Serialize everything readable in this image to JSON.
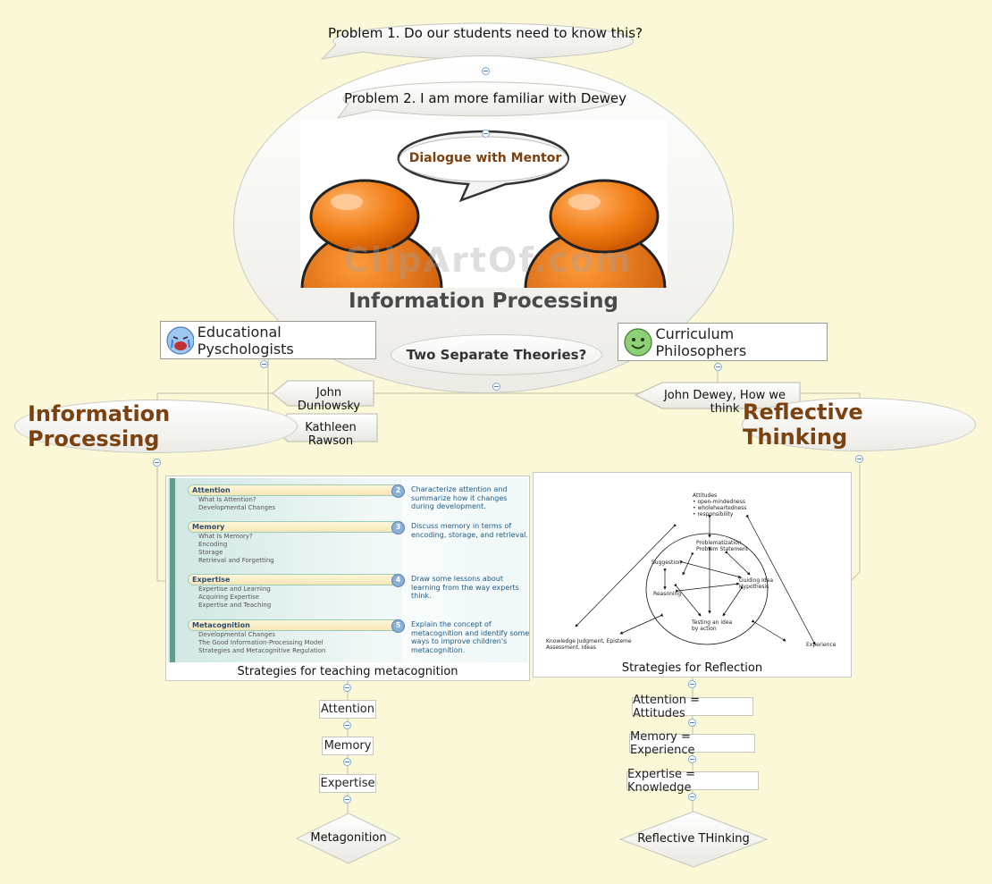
{
  "problem1": "Problem 1. Do our students need to know this?",
  "problem2": "Problem 2.  I am more familiar with Dewey",
  "dialogue": "Dialogue with Mentor",
  "watermark": "ClipArtOf.com",
  "center_title": "Information Processing",
  "center_question": "Two Separate Theories?",
  "left_group": {
    "label": "Educational Pyschologists",
    "icon": "crying-face-icon"
  },
  "right_group": {
    "label": "Curriculum Philosophers",
    "icon": "smiley-face-icon"
  },
  "left_people": [
    "John Dunlowsky",
    "Kathleen Rawson"
  ],
  "right_people": [
    "John Dewey, How we think"
  ],
  "left_theory": "Information Processing",
  "right_theory": "Reflective Thinking",
  "left_card": {
    "caption": "Strategies for teaching metacognition",
    "chapters": [
      {
        "title": "Attention",
        "num": "2",
        "subs": "What Is Attention?\nDevelopmental Changes",
        "goal": "Characterize attention and summarize how it changes during development."
      },
      {
        "title": "Memory",
        "num": "3",
        "subs": "What Is Memory?\nEncoding\nStorage\nRetrieval and Forgetting",
        "goal": "Discuss memory in terms of encoding, storage, and retrieval."
      },
      {
        "title": "Expertise",
        "num": "4",
        "subs": "Expertise and Learning\nAcquiring Expertise\nExpertise and Teaching",
        "goal": "Draw some lessons about learning from the way experts think."
      },
      {
        "title": "Metacognition",
        "num": "5",
        "subs": "Developmental Changes\nThe Good Information-Processing Model\nStrategies and Metacognitive Regulation",
        "goal": "Explain the concept of metacognition and identify some ways to improve children's metacognition."
      }
    ]
  },
  "right_card": {
    "caption": "Strategies for Reflection",
    "nodes": {
      "attitudes": "Attitudes\n• open-mindedness\n• wholeheartedness\n• responsibility",
      "problem": "Problematization\nProblem Statement",
      "suggestion": "Suggestion",
      "reasoning": "Reasoning",
      "guiding": "Guiding Idea\nHypothesis",
      "testing": "Testing an idea\nby action",
      "knowledge": "Knowledge Judgment, Episteme\nAssessment, Ideas",
      "experience": "Experience"
    }
  },
  "left_chain": [
    "Attention",
    "Memory",
    "Expertise"
  ],
  "left_end": "Metagonition",
  "right_chain": [
    "Attention = Attitudes",
    "Memory = Experience",
    "Expertise = Knowledge"
  ],
  "right_end": "Reflective THinking"
}
